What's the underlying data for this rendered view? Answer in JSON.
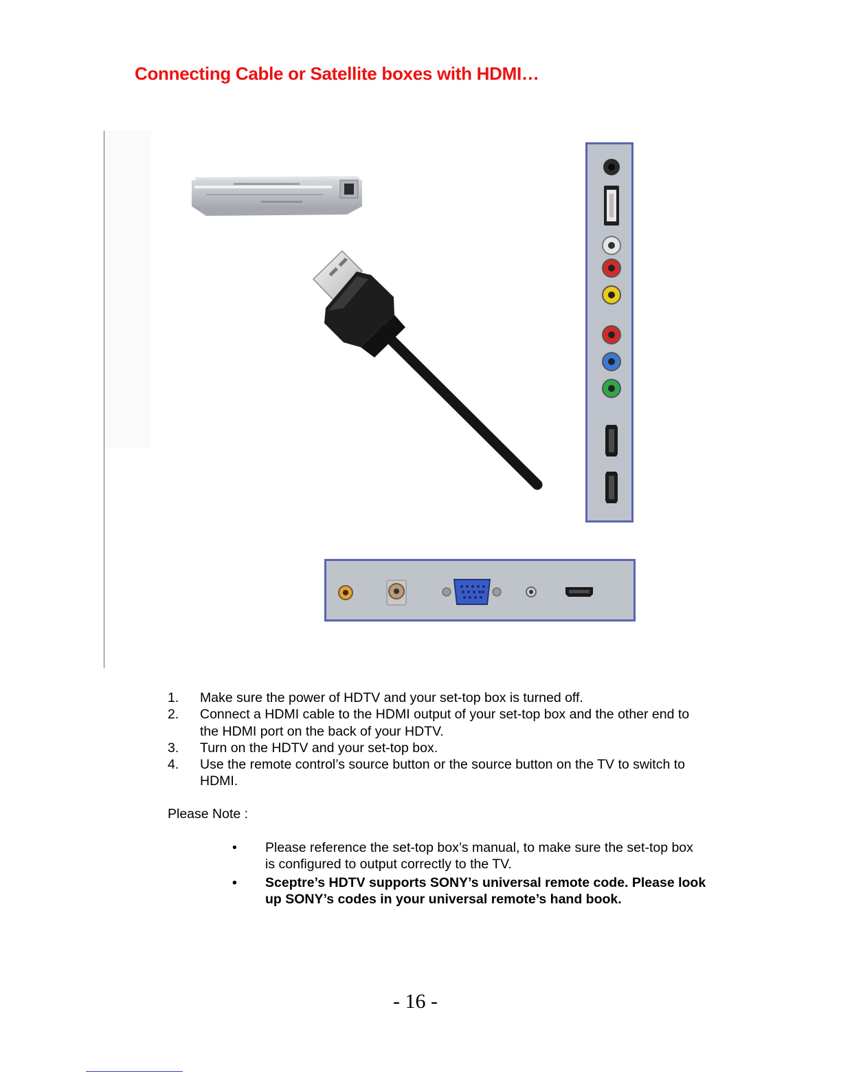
{
  "header": {
    "title": "Connecting Cable or Satellite boxes with HDMI…"
  },
  "figure": {
    "icons": [
      "set-top-box-icon",
      "hdmi-cable-icon",
      "tv-side-panel-icon",
      "tv-bottom-panel-icon"
    ],
    "colors": {
      "panel_fill": "#bec3cb",
      "panel_border": "#5a64b4",
      "rca_red": "#d42a2a",
      "rca_yellow": "#e8cc1a",
      "rca_blue": "#3a7ad6",
      "rca_green": "#2fa84a",
      "vga_blue": "#3a5cc8"
    }
  },
  "steps": [
    {
      "num": "1.",
      "text": "Make sure the power of HDTV and your set-top box is turned off."
    },
    {
      "num": "2.",
      "text": "Connect a HDMI cable to the HDMI output of your set-top box and the other end to the HDMI port on the back of your HDTV."
    },
    {
      "num": "3.",
      "text": "Turn on the HDTV and your set-top box."
    },
    {
      "num": "4.",
      "text": "Use the remote control’s source button or the source button on the TV to switch to HDMI."
    }
  ],
  "note": {
    "label": "Please Note :",
    "bullets": [
      {
        "mark": "•",
        "text": "Please reference the set-top box’s manual, to make sure the set-top box is configured to output correctly to the TV."
      },
      {
        "mark": "•",
        "text": "Sceptre’s HDTV supports SONY’s universal remote code. Please look up SONY’s codes in your universal remote’s hand book."
      }
    ]
  },
  "footer": {
    "page": "- 16 -"
  }
}
